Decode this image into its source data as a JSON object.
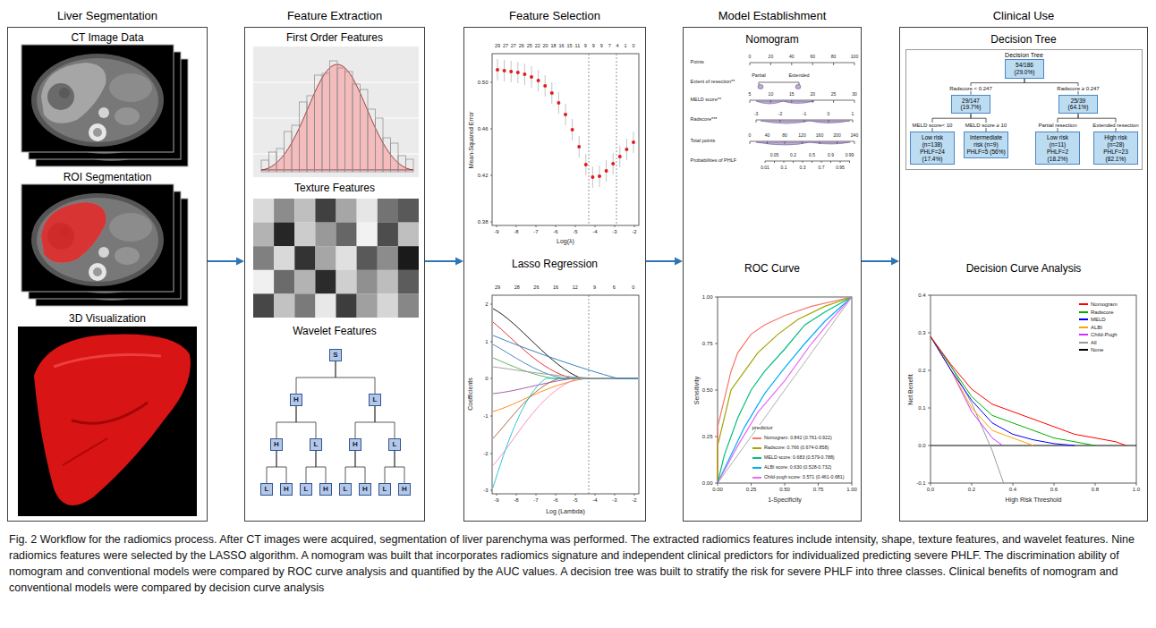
{
  "diagram": {
    "caption": "Fig. 2 Workflow for the radiomics process. After CT images were acquired, segmentation of liver parenchyma was performed. The extracted radiomics features include intensity, shape, texture features, and wavelet features. Nine radiomics features were selected by the LASSO algorithm. A nomogram was built that incorporates radiomics signature and independent clinical predictors for individualized predicting severe PHLF. The discrimination ability of nomogram and conventional models were compared by ROC curve analysis and quantified by the AUC values. A decision tree was built to stratify the risk for severe PHLF into three classes. Clinical benefits of nomogram and conventional models were compared by decision curve analysis",
    "nodes": [
      {
        "text": [
          "Liver Segmentation",
          "CT Image Data",
          "ROI Segmentation",
          "3D Visualization"
        ]
      },
      {
        "text": [
          "Feature Extraction",
          "First Order Features",
          "Texture Features",
          "Wavelet Features"
        ]
      },
      {
        "text": [
          "Feature Selection",
          "Lasso Regression"
        ]
      },
      {
        "text": [
          "Model Establishment",
          "Nomogram",
          "ROC Curve"
        ]
      },
      {
        "text": [
          "Clinical Use",
          "Decision Tree",
          "Decision Curve Analysis"
        ]
      },
      {
        "text": [
          "Decision Tree"
        ],
        "in": 4
      },
      {
        "text": [
          "54/186 (29.0%)"
        ],
        "in": 5
      },
      {
        "text": [
          "29/147 (19.7%)"
        ],
        "in": 5
      },
      {
        "text": [
          "25/39 (64.1%)"
        ],
        "in": 5
      },
      {
        "text": [
          "Low risk (n=138) PHLF=24 (17.4%)"
        ],
        "in": 5
      },
      {
        "text": [
          "Intermediate risk (n=9) PHLF=5 (56%)"
        ],
        "in": 5
      },
      {
        "text": [
          "Low risk (n=11) PHLF=2 (18.2%)"
        ],
        "in": 5
      },
      {
        "text": [
          "High risk (n=28) PHLF=23 (82.1%)"
        ],
        "in": 5
      },
      {
        "text": [
          "S"
        ],
        "in": 1
      },
      {
        "text": [
          "H"
        ],
        "in": 1
      },
      {
        "text": [
          "L"
        ],
        "in": 1
      },
      {
        "text": [
          "H"
        ],
        "in": 1
      },
      {
        "text": [
          "L"
        ],
        "in": 1
      },
      {
        "text": [
          "H"
        ],
        "in": 1
      },
      {
        "text": [
          "L"
        ],
        "in": 1
      },
      {
        "text": [
          "L"
        ],
        "in": 1
      },
      {
        "text": [
          "H"
        ],
        "in": 1
      },
      {
        "text": [
          "L"
        ],
        "in": 1
      },
      {
        "text": [
          "H"
        ],
        "in": 1
      },
      {
        "text": [
          "L"
        ],
        "in": 1
      },
      {
        "text": [
          "H"
        ],
        "in": 1
      },
      {
        "text": [
          "L"
        ],
        "in": 1
      },
      {
        "text": [
          "H"
        ],
        "in": 1
      }
    ],
    "edges": [
      {
        "from": 0,
        "to": 1,
        "arrow": "to"
      },
      {
        "from": 1,
        "to": 2,
        "arrow": "to"
      },
      {
        "from": 2,
        "to": 3,
        "arrow": "to"
      },
      {
        "from": 3,
        "to": 4,
        "arrow": "to"
      },
      {
        "from": 6,
        "to": 7,
        "arrow": "none",
        "label": "Radscore < 0.247"
      },
      {
        "from": 6,
        "to": 8,
        "arrow": "none",
        "label": "Radscore ≥ 0.247"
      },
      {
        "from": 7,
        "to": 9,
        "arrow": "none",
        "label": "MELD score< 10"
      },
      {
        "from": 7,
        "to": 10,
        "arrow": "none",
        "label": "MELD score ≥ 10"
      },
      {
        "from": 8,
        "to": 11,
        "arrow": "none",
        "label": "Partial resection"
      },
      {
        "from": 8,
        "to": 12,
        "arrow": "none",
        "label": "Extended resection"
      },
      {
        "from": 13,
        "to": 14,
        "arrow": "none"
      },
      {
        "from": 13,
        "to": 15,
        "arrow": "none"
      },
      {
        "from": 14,
        "to": 16,
        "arrow": "none"
      },
      {
        "from": 14,
        "to": 17,
        "arrow": "none"
      },
      {
        "from": 15,
        "to": 18,
        "arrow": "none"
      },
      {
        "from": 15,
        "to": 19,
        "arrow": "none"
      },
      {
        "from": 16,
        "to": 20,
        "arrow": "none"
      },
      {
        "from": 16,
        "to": 21,
        "arrow": "none"
      },
      {
        "from": 17,
        "to": 22,
        "arrow": "none"
      },
      {
        "from": 17,
        "to": 23,
        "arrow": "none"
      },
      {
        "from": 18,
        "to": 24,
        "arrow": "none"
      },
      {
        "from": 18,
        "to": 25,
        "arrow": "none"
      },
      {
        "from": 19,
        "to": 26,
        "arrow": "none"
      },
      {
        "from": 19,
        "to": 27,
        "arrow": "none"
      }
    ],
    "labels": [
      "29",
      "27",
      "27",
      "26",
      "25",
      "22",
      "20",
      "18",
      "16",
      "15",
      "11",
      "9",
      "9",
      "9",
      "7",
      "4",
      "1",
      "0",
      "-9",
      "-8",
      "-7",
      "-6",
      "-5",
      "-4",
      "-3",
      "-2",
      "0.38",
      "0.42",
      "0.46",
      "0.50",
      "Log(λ)",
      "Mean-Squared Error",
      "29",
      "28",
      "26",
      "16",
      "12",
      "9",
      "6",
      "0",
      "-9",
      "-8",
      "-7",
      "-6",
      "-5",
      "-4",
      "-3",
      "-2",
      "-3",
      "-2",
      "-1",
      "0",
      "1",
      "2",
      "Log (Lambda)",
      "Coefficients",
      "Points",
      "Extent of resection**",
      "Partial",
      "Extended",
      "MELD score**",
      "Radscore***",
      "Total points",
      "Probabilities of PHLF",
      "0",
      "20",
      "40",
      "60",
      "80",
      "100",
      "5",
      "10",
      "15",
      "20",
      "25",
      "30",
      "-3",
      "-2",
      "-1",
      "0",
      "1",
      "0",
      "40",
      "80",
      "120",
      "160",
      "200",
      "240",
      "0.01",
      "0.05",
      "0.1",
      "0.2",
      "0.3",
      "0.5",
      "0.7",
      "0.9",
      "0.95",
      "0.99",
      "0.00",
      "0.25",
      "0.50",
      "0.75",
      "1.00",
      "0.00",
      "0.25",
      "0.50",
      "0.75",
      "1.00",
      "Sensitivity",
      "1-Specificity",
      "predictor",
      "-0.1",
      "0.0",
      "0.1",
      "0.2",
      "0.3",
      "0.4",
      "0.0",
      "0.2",
      "0.4",
      "0.6",
      "0.8",
      "1.0",
      "Net Benefit",
      "High Risk Threshold"
    ],
    "legend": [
      {
        "text": "Nomogram: 0.842 (0.761-0.922)",
        "color": "#f8766d"
      },
      {
        "text": "Radscore: 0.766 (0.674-0.858)",
        "color": "#a3a500"
      },
      {
        "text": "MELD score: 0.683 (0.579-0.788)",
        "color": "#00bf7d"
      },
      {
        "text": "ALBI score: 0.630 (0.528-0.732)",
        "color": "#00b0f6"
      },
      {
        "text": "Child-pugh score: 0.571 (0.461-0.681)",
        "color": "#e76bf3"
      },
      {
        "text": "Nomogram",
        "color": "#ff0000"
      },
      {
        "text": "Radscore",
        "color": "#00b000"
      },
      {
        "text": "MELD",
        "color": "#0000ff"
      },
      {
        "text": "ALBI",
        "color": "#ffa500"
      },
      {
        "text": "Child-Pugh",
        "color": "#cc33ff"
      },
      {
        "text": "All",
        "color": "#999999"
      },
      {
        "text": "None",
        "color": "#000000"
      }
    ]
  }
}
